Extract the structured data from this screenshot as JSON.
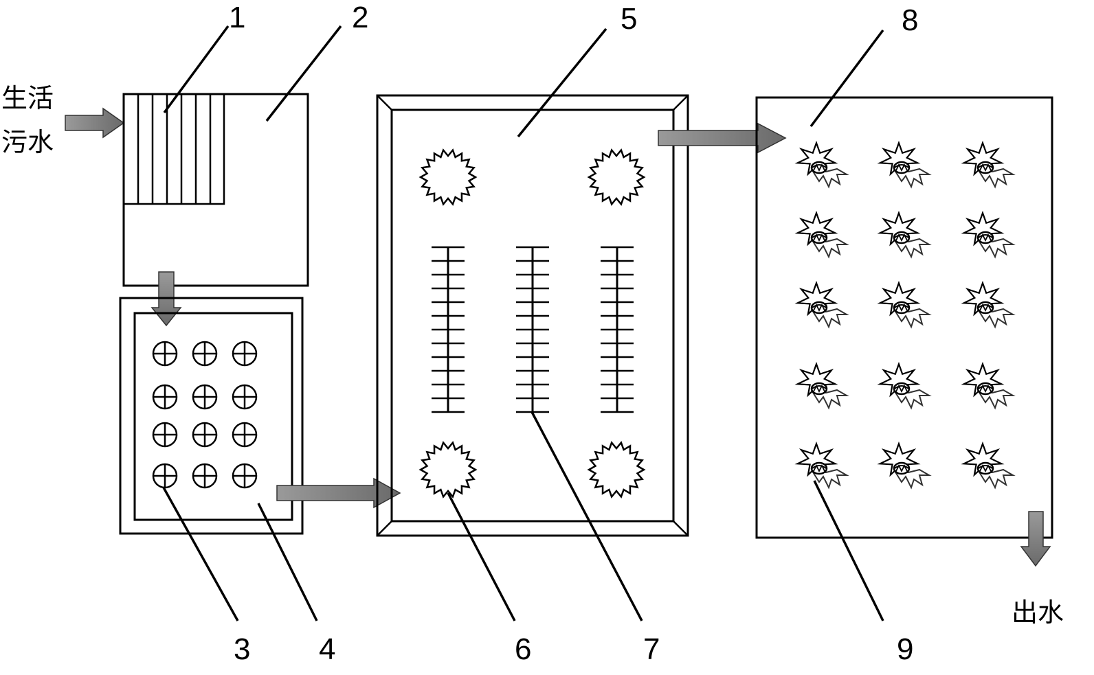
{
  "labels": {
    "inlet": "生活污水",
    "inlet_line1": "生活",
    "inlet_line2": "污水",
    "outlet": "出水",
    "n1": "1",
    "n2": "2",
    "n3": "3",
    "n4": "4",
    "n5": "5",
    "n6": "6",
    "n7": "7",
    "n8": "8",
    "n9": "9"
  },
  "icons": {
    "flow_arrow": "flow-arrow-icon",
    "screen": "bar-screen-icon",
    "carrier": "circle-plus-carrier-icon",
    "aerator": "sunburst-aerator-icon",
    "filler": "comb-filler-icon",
    "plant": "aquatic-plant-icon"
  },
  "colors": {
    "line": "#000000",
    "arrow_fill": "#808080",
    "background": "#ffffff"
  }
}
